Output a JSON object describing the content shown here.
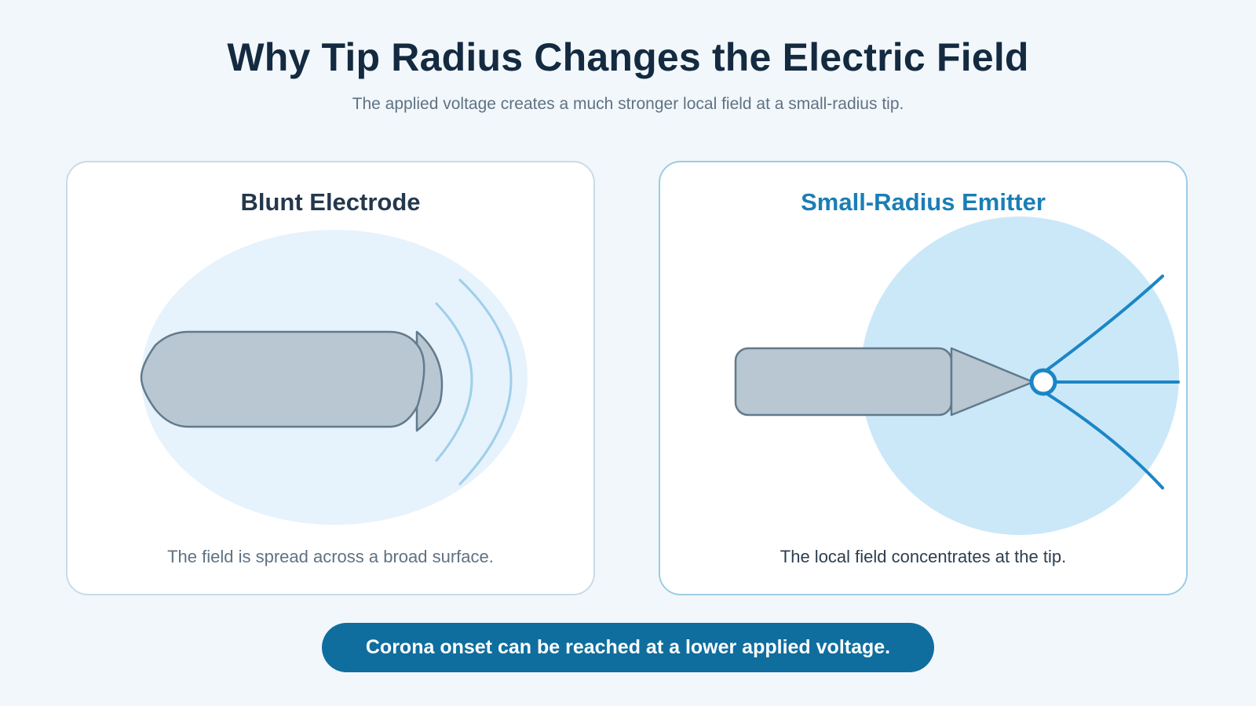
{
  "header": {
    "title": "Why Tip Radius Changes the Electric Field",
    "subtitle": "The applied voltage creates a much stronger local field at a small-radius tip."
  },
  "panels": [
    {
      "title": "Blunt Electrode",
      "caption": "The field is spread across a broad surface."
    },
    {
      "title": "Small-Radius Emitter",
      "caption": "The local field concentrates at the tip."
    }
  ],
  "footer": {
    "banner": "Corona onset can be reached at a lower applied voltage."
  },
  "colors": {
    "background": "#f2f7fb",
    "title": "#142a40",
    "accent": "#1a7eb6",
    "banner": "#0f6e9e",
    "electrode_fill": "#b8c7d2",
    "electrode_stroke": "#627a8c",
    "blunt_field": "#e6f2fc",
    "tip_field": "#cbe8f9",
    "field_lines": "#1b86c6"
  }
}
